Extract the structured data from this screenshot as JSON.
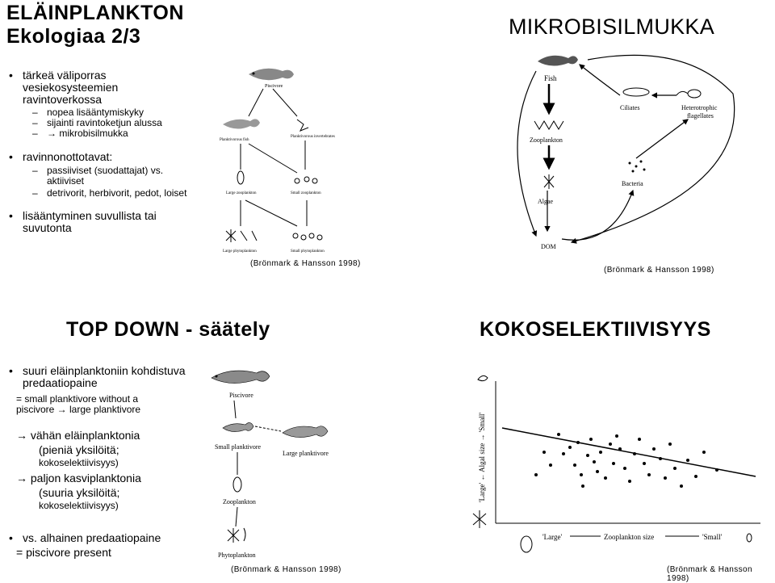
{
  "slide1": {
    "title_line1": "ELÄINPLANKTON",
    "title_line2": "Ekologiaa 2/3",
    "bullets": [
      {
        "text": "tärkeä väliporras vesiekosysteemien ravintoverkossa",
        "subs": [
          "nopea lisääntymiskyky",
          "sijainti ravintoketjun alussa",
          "→ mikrobisilmukka"
        ]
      },
      {
        "text": "ravinnonottotavat:",
        "subs": [
          "passiiviset (suodattajat) vs. aktiiviset",
          "detrivorit, herbivorit, pedot, loiset"
        ]
      },
      {
        "text": "lisääntyminen suvullista tai suvutonta",
        "subs": []
      }
    ],
    "web_labels": [
      "Piscivore",
      "Planktivorous fish",
      "Planktivorous invertebrates",
      "Large zooplankton",
      "Small zooplankton",
      "Large phytoplankton",
      "Small phytoplankton"
    ],
    "caption": "(Brönmark & Hansson 1998)"
  },
  "slide2": {
    "title": "MIKROBISILMUKKA",
    "labels": [
      "Fish",
      "Ciliates",
      "Heterotrophic flagellates",
      "Zooplankton",
      "Bacteria",
      "Algae",
      "DOM"
    ],
    "caption": "(Brönmark & Hansson 1998)"
  },
  "slide3": {
    "title": "TOP DOWN - säätely",
    "bullets": [
      {
        "main": "suuri eläinplanktoniin kohdistuva predaatiopaine",
        "sub": "= small planktivore without a piscivore → large planktivore"
      },
      {
        "main": "→ vähän eläinplanktonia",
        "sub": "(pieniä yksilöitä;",
        "sub2": "kokoselektiivisyys)"
      },
      {
        "main": "→ paljon kasviplanktonia",
        "sub": "(suuria yksilöitä;",
        "sub2": "kokoselektiivisyys)"
      },
      {
        "main": "vs. alhainen predaatiopaine",
        "sub": "= piscivore present"
      }
    ],
    "chain_labels": [
      "Piscivore",
      "Small planktivore",
      "Large planktivore",
      "Zooplankton",
      "Phytoplankton"
    ],
    "caption": "(Brönmark & Hansson 1998)"
  },
  "slide4": {
    "title": "KOKOSELEKTIIVISYYS",
    "axis_y": "'Large' ← Algal size → 'Small'",
    "axis_x_left": "'Large'",
    "axis_x_mid": "Zooplankton size",
    "axis_x_right": "'Small'",
    "caption": "(Brönmark & Hansson 1998)"
  }
}
